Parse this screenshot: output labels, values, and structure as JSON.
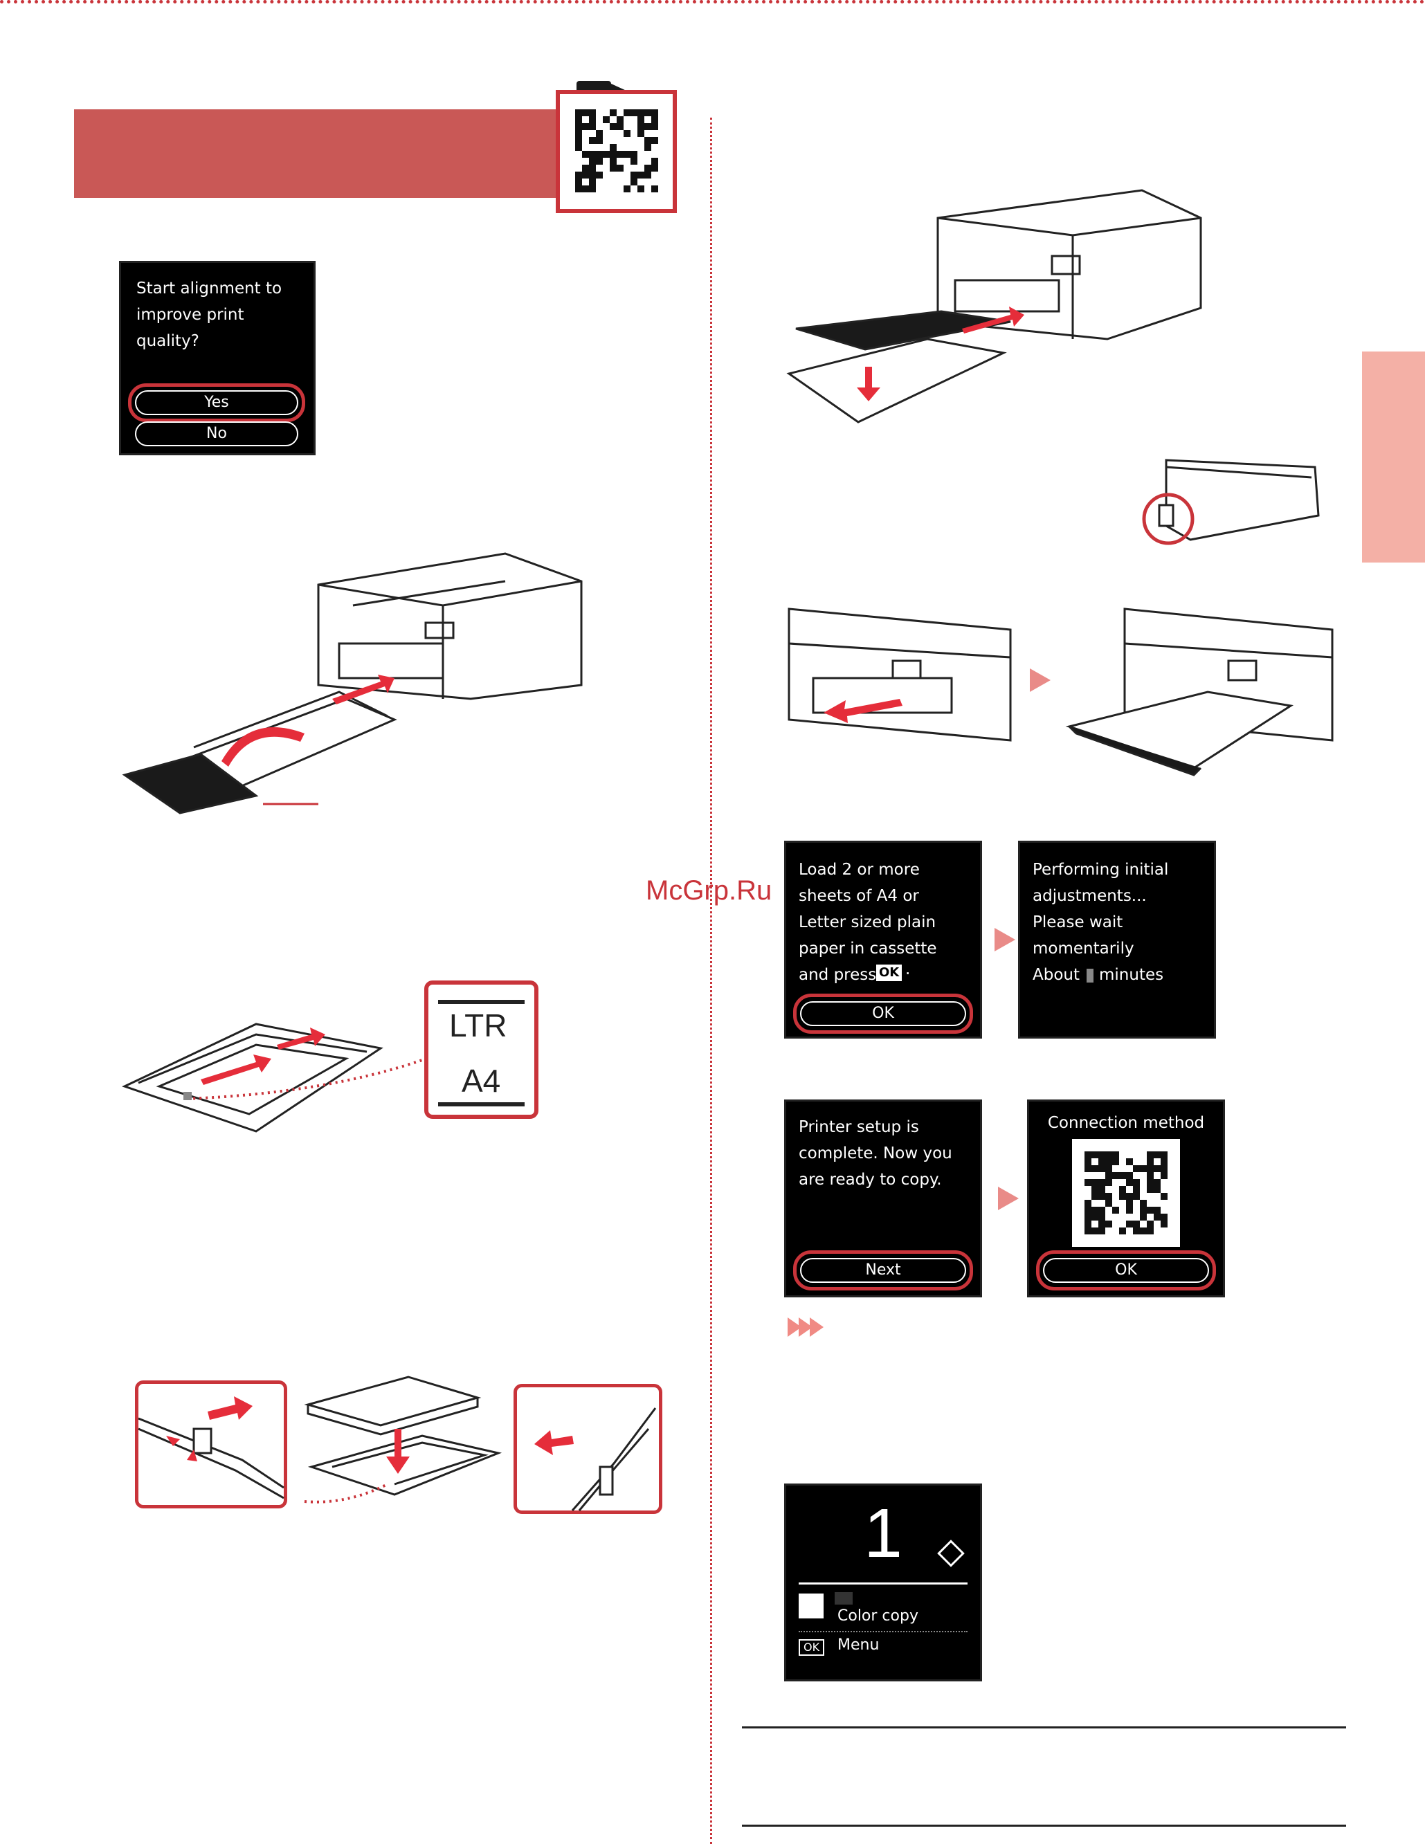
{
  "screen_alignment": {
    "text": "Start alignment to\nimprove print\nquality?",
    "yes_label": "Yes",
    "no_label": "No"
  },
  "paper_size_labels": {
    "ltr": "LTR",
    "a4": "A4"
  },
  "screen_load_paper": {
    "text": "Load 2 or more\nsheets of A4 or\nLetter sized plain\npaper in cassette\nand press",
    "ok_key": "OK",
    "period": ".",
    "ok_label": "OK"
  },
  "screen_performing": {
    "text": "Performing initial\nadjustments...\nPlease wait\nmomentarily",
    "about_prefix": "About",
    "about_suffix": "minutes"
  },
  "screen_setup_complete": {
    "text": "Printer setup is\ncomplete. Now you\nare ready to copy.",
    "next_label": "Next"
  },
  "screen_connection": {
    "title": "Connection method",
    "ok_label": "OK"
  },
  "screen_copy": {
    "copies": "1",
    "mode_label": "Color copy",
    "ok_key": "OK",
    "menu_label": "Menu"
  },
  "watermark": "McGrp.Ru",
  "colors": {
    "accent_red": "#c9343a",
    "banner": "#c95856",
    "side_tab": "#f4b0a6",
    "arrow_pink": "#e98b88"
  }
}
